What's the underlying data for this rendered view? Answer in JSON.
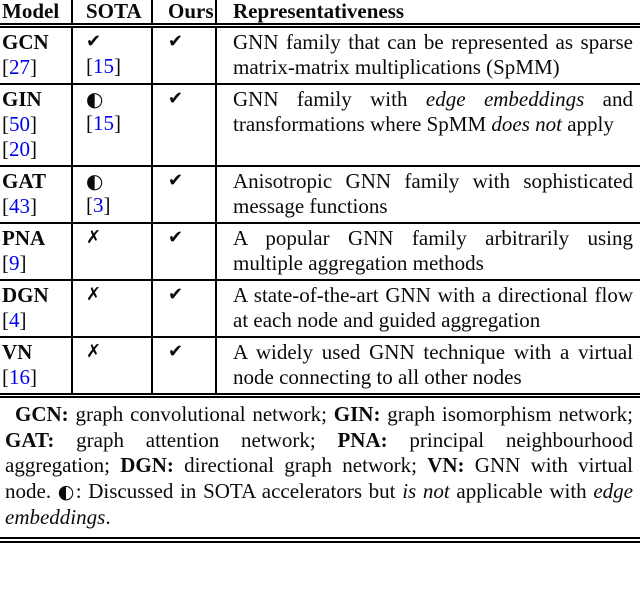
{
  "header": {
    "columns": [
      "Model",
      "SOTA",
      "Ours",
      "Representativeness"
    ]
  },
  "accent_colors": {
    "citation_blue": "#0000EE",
    "text_black": "#0a0a0a"
  },
  "symbols": {
    "check": "✔",
    "half_circle": "◐",
    "cross": "✗"
  },
  "rows": [
    {
      "model": {
        "name": "GCN",
        "cites": [
          {
            "open": "[",
            "num": "27",
            "close": "]"
          }
        ]
      },
      "sota": {
        "symbol": "✔",
        "cites": [
          {
            "open": "[",
            "num": "15",
            "close": "]"
          }
        ]
      },
      "ours": {
        "symbol": "✔"
      },
      "desc": {
        "segments": [
          {
            "text": "GNN family that can be represented as sparse matrix-matrix multiplications (SpMM)",
            "style": "normal"
          }
        ]
      }
    },
    {
      "model": {
        "name": "GIN",
        "cites": [
          {
            "open": "[",
            "num": "50",
            "close": "]"
          },
          {
            "open": "[",
            "num": "20",
            "close": "]"
          }
        ]
      },
      "sota": {
        "symbol": "◐",
        "cites": [
          {
            "open": "[",
            "num": "15",
            "close": "]"
          }
        ]
      },
      "ours": {
        "symbol": "✔"
      },
      "desc": {
        "segments": [
          {
            "text": "GNN family with ",
            "style": "normal"
          },
          {
            "text": "edge embeddings",
            "style": "italic"
          },
          {
            "text": " and transformations where SpMM ",
            "style": "normal"
          },
          {
            "text": "does not",
            "style": "italic"
          },
          {
            "text": " apply",
            "style": "normal"
          }
        ]
      }
    },
    {
      "model": {
        "name": "GAT",
        "cites": [
          {
            "open": "[",
            "num": "43",
            "close": "]"
          }
        ]
      },
      "sota": {
        "symbol": "◐",
        "cites": [
          {
            "open": "[",
            "num": "3",
            "close": "]"
          }
        ]
      },
      "ours": {
        "symbol": "✔"
      },
      "desc": {
        "segments": [
          {
            "text": "Anisotropic GNN family with sophisticated message functions",
            "style": "normal"
          }
        ]
      }
    },
    {
      "model": {
        "name": "PNA",
        "cites": [
          {
            "open": "[",
            "num": "9",
            "close": "]"
          }
        ]
      },
      "sota": {
        "symbol": "✗",
        "cites": []
      },
      "ours": {
        "symbol": "✔"
      },
      "desc": {
        "segments": [
          {
            "text": "A popular GNN family arbitrarily using multiple aggregation methods",
            "style": "normal"
          }
        ]
      }
    },
    {
      "model": {
        "name": "DGN",
        "cites": [
          {
            "open": "[",
            "num": "4",
            "close": "]"
          }
        ]
      },
      "sota": {
        "symbol": "✗",
        "cites": []
      },
      "ours": {
        "symbol": "✔"
      },
      "desc": {
        "segments": [
          {
            "text": "A state-of-the-art GNN with a directional flow at each node and guided aggregation",
            "style": "normal"
          }
        ]
      }
    },
    {
      "model": {
        "name": "VN",
        "cites": [
          {
            "open": "[",
            "num": "16",
            "close": "]"
          }
        ]
      },
      "sota": {
        "symbol": "✗",
        "cites": []
      },
      "ours": {
        "symbol": "✔"
      },
      "desc": {
        "segments": [
          {
            "text": "A widely used GNN technique with a virtual node connecting to all other nodes",
            "style": "normal"
          }
        ]
      }
    }
  ],
  "footer": {
    "segments": [
      {
        "text": "GCN:",
        "style": "bold"
      },
      {
        "text": " graph convolutional network; ",
        "style": "normal"
      },
      {
        "text": "GIN:",
        "style": "bold"
      },
      {
        "text": " graph isomorphism network; ",
        "style": "normal"
      },
      {
        "text": "GAT:",
        "style": "bold"
      },
      {
        "text": " graph attention network; ",
        "style": "normal"
      },
      {
        "text": "PNA:",
        "style": "bold"
      },
      {
        "text": " principal neighbourhood aggregation; ",
        "style": "normal"
      },
      {
        "text": "DGN:",
        "style": "bold"
      },
      {
        "text": " directional graph network; ",
        "style": "normal"
      },
      {
        "text": "VN:",
        "style": "bold"
      },
      {
        "text": " GNN with virtual node. ",
        "style": "normal"
      },
      {
        "text": "◐",
        "style": "symbol"
      },
      {
        "text": ": Discussed in SOTA accelerators but ",
        "style": "normal"
      },
      {
        "text": "is not",
        "style": "italic"
      },
      {
        "text": " applicable with ",
        "style": "normal"
      },
      {
        "text": "edge embeddings",
        "style": "italic"
      },
      {
        "text": ".",
        "style": "normal"
      }
    ]
  }
}
